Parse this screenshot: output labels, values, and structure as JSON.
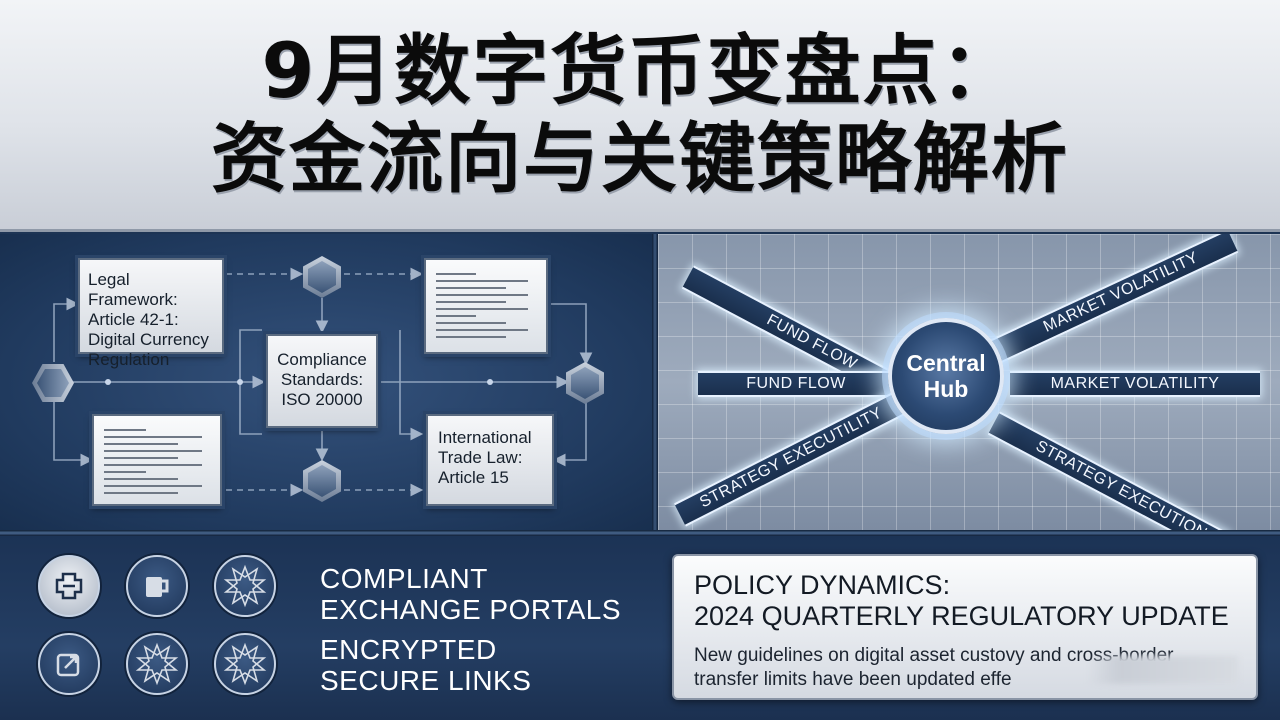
{
  "header": {
    "title_line1": "9月数字货币变盘点：",
    "title_line2": "资金流向与关键策略解析"
  },
  "flowchart": {
    "legal": "Legal Framework:\nArticle 42-1:\nDigital Currency\nRegulation",
    "compliance": "Compliance\nStandards:\nISO 20000",
    "international": "International\nTrade Law:\nArticle 15"
  },
  "hub": {
    "center": "Central\nHub",
    "beams": [
      "FUND FLOW",
      "MARKET VOLATILITY",
      "FUND FLOW",
      "MARKET VOLATILITY",
      "STRATEGY EXECUTILITY",
      "STRATEGY EXECUTION"
    ]
  },
  "bottom": {
    "icons": [
      "lifebuoy-icon",
      "mug-icon",
      "star-seal-icon",
      "external-link-icon",
      "star-seal-icon",
      "star-seal-icon"
    ],
    "label1_line1": "COMPLIANT",
    "label1_line2": "EXCHANGE PORTALS",
    "label2_line1": "ENCRYPTED",
    "label2_line2": "SECURE LINKS"
  },
  "policy": {
    "title_line1": "POLICY DYNAMICS:",
    "title_line2": "2024 QUARTERLY REGULATORY UPDATE",
    "body": "New guidelines on digital asset custovy and cross-border transfer limits have been updated effe"
  },
  "colors": {
    "navy": "#1d3454",
    "header_bg": "#dfe3e9",
    "panel_bg": "#eef1f5",
    "hub_glow": "#e8f2ff"
  }
}
